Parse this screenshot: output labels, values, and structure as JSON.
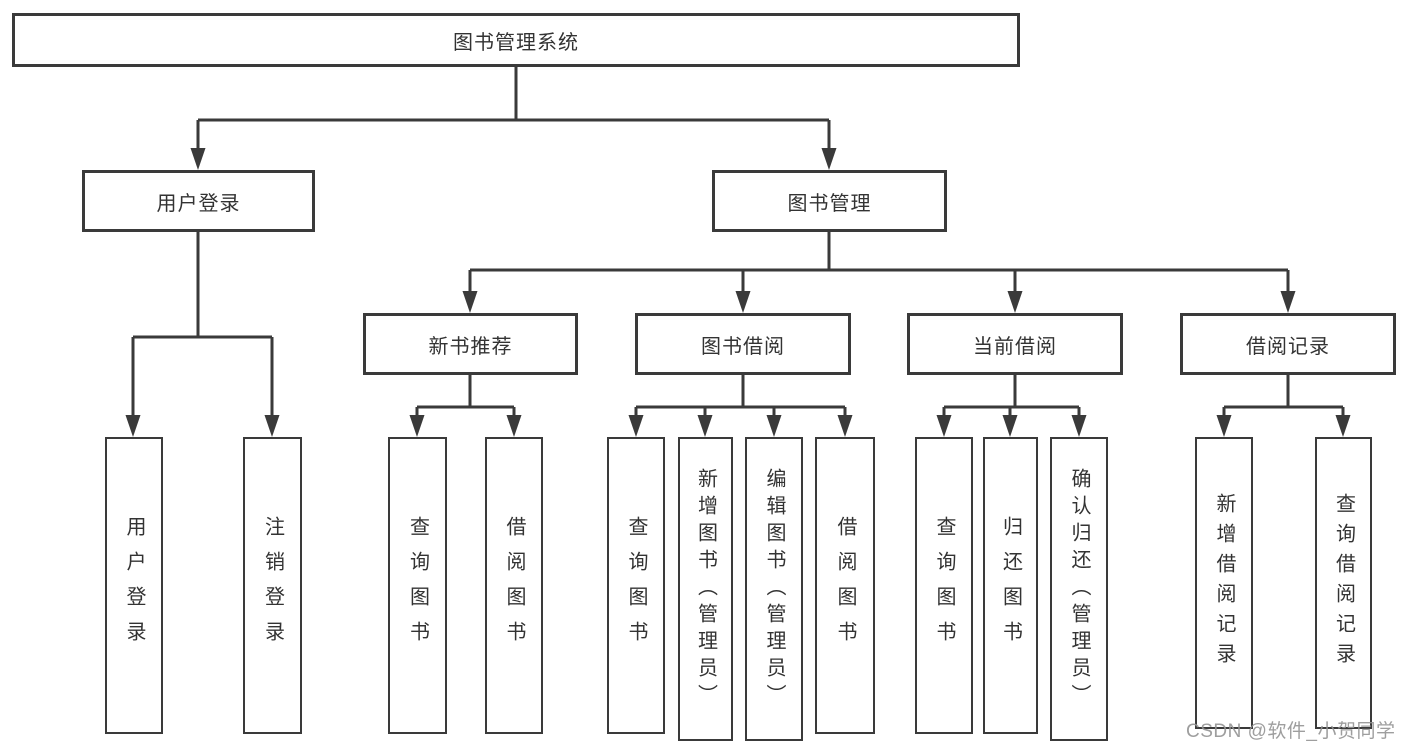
{
  "diagram": {
    "title_node": "图书管理系统",
    "level2": [
      "用户登录",
      "图书管理"
    ],
    "level3": [
      "新书推荐",
      "图书借阅",
      "当前借阅",
      "借阅记录"
    ],
    "leaves": [
      "用户登录",
      "注销登录",
      "查询图书",
      "借阅图书",
      "查询图书",
      "新增图书（管理员）",
      "编辑图书（管理员）",
      "借阅图书",
      "查询图书",
      "归还图书",
      "确认归还（管理员）",
      "新增借阅记录",
      "查询借阅记录"
    ]
  },
  "watermark": "CSDN @软件_小贺同学",
  "colors": {
    "line": "#3a3a3a",
    "text": "#333333",
    "background": "#ffffff",
    "watermark": "#949494"
  }
}
